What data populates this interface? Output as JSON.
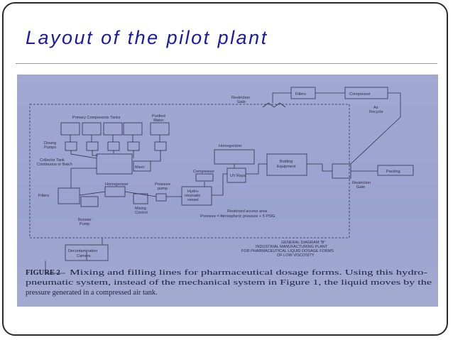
{
  "slide": {
    "title": "Layout of the pilot plant"
  },
  "diagram": {
    "labels": {
      "primary_tanks": "Primary Components Tanks",
      "purified_water_1": "Purified",
      "purified_water_2": "Water",
      "dosing_pumps_1": "Dosing",
      "dosing_pumps_2": "Pumps",
      "collector_tank_1": "Collector Tank",
      "collector_tank_2": "Continuous or Batch",
      "mixer": "Mixer",
      "homogenizer_1": "Homogenizer",
      "homogenizer_2": "Homogenizer",
      "compressor_1": "Compressor",
      "compressor_2": "Compressor",
      "uv_rays": "UV Rays",
      "bottling_1": "Bottling",
      "bottling_2": "Equipment",
      "filters_1": "Filters",
      "filters_2": "Filters",
      "restriction_gate_1a": "Restriction",
      "restriction_gate_1b": "Gate",
      "restriction_gate_2a": "Restriction",
      "restriction_gate_2b": "Gate",
      "air_recycle_1": "Air",
      "air_recycle_2": "Recycle",
      "packing": "Packing",
      "pressure_pump_1": "Pressure",
      "pressure_pump_2": "pump",
      "hydro_1": "Hydro-",
      "hydro_2": "neumatic",
      "hydro_3": "vessel",
      "mixing_control_1": "Mixing",
      "mixing_control_2": "Control",
      "booster_pump_1": "Booster",
      "booster_pump_2": "Pump",
      "restricted_area": "Restricted access area",
      "pressure_note": "Pressure = Atmospheric pressure + 5 PSIG",
      "decon_1": "Decontamination",
      "decon_2": "Camera",
      "general_1": "GENERAL DIAGRAM \"B\"",
      "general_2": "INDUSTRIAL MANUFACTURING PLANT",
      "general_3": "FOR PHARMACEUTICAL LIQUID DOSAGE FORMS",
      "general_4": "OF LOW VISCOSITY"
    },
    "caption": {
      "figure_label": "FIGURE 2",
      "line1": "Mixing and filling lines for pharmaceutical dosage forms. Using this hydro-",
      "line2": "pneumatic system, instead of the mechanical system in Figure 1, the liquid moves by the",
      "line3": "pressure generated in a compressed air tank."
    }
  }
}
